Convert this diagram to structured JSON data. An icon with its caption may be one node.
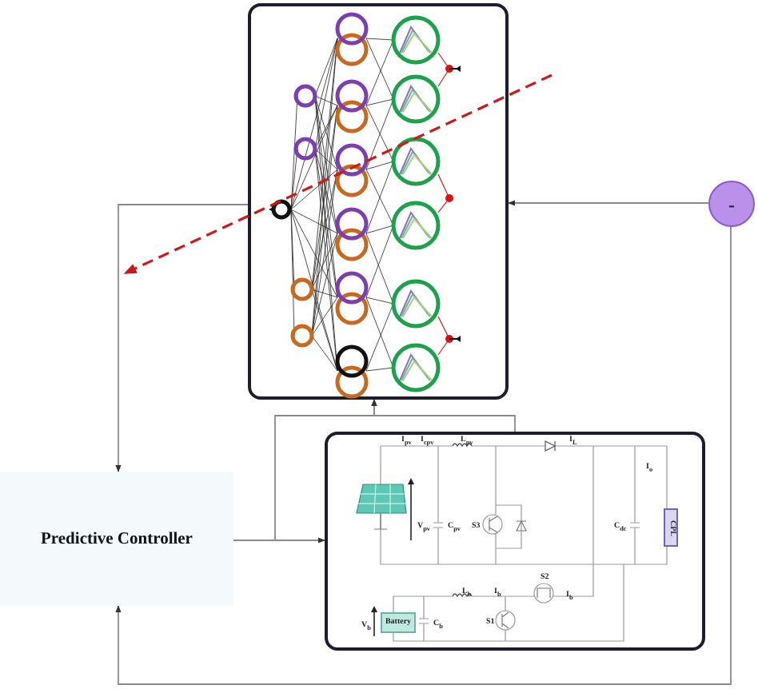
{
  "diagram": {
    "nodes": [
      {
        "text": [],
        "shape": "box"
      },
      {
        "text": [
          "Predictive Controller"
        ]
      },
      {
        "text": [],
        "shape": "box"
      },
      {
        "text": [
          "Battery"
        ],
        "in": 2
      },
      {
        "text": [
          "CPL"
        ],
        "in": 2
      },
      {
        "text": [
          "-"
        ]
      }
    ],
    "edges": [
      {
        "from": 5,
        "to": 0,
        "arrow": "to"
      },
      {
        "from": 0,
        "to": 1,
        "arrow": "to"
      },
      {
        "from": 1,
        "to": 2,
        "arrow": "to"
      },
      {
        "from": 1,
        "to": 0,
        "arrow": "to"
      },
      {
        "from": 2,
        "to": 0,
        "arrow": "to"
      },
      {
        "from": 5,
        "to": 1,
        "arrow": "to"
      }
    ],
    "labels": [
      "I$_{pv}$",
      "I$_{cpv}$",
      "L$_{pv}$",
      "I$_{L}$",
      "I$_{o}$",
      "V$_{pv}$",
      "C$_{pv}$",
      "S3",
      "C$_{dc}$",
      "S2",
      "L$_{b}$",
      "I$_{b}$",
      "I$_{b}$",
      "V$_{b}$",
      "C$_{b}$",
      "S1"
    ]
  }
}
